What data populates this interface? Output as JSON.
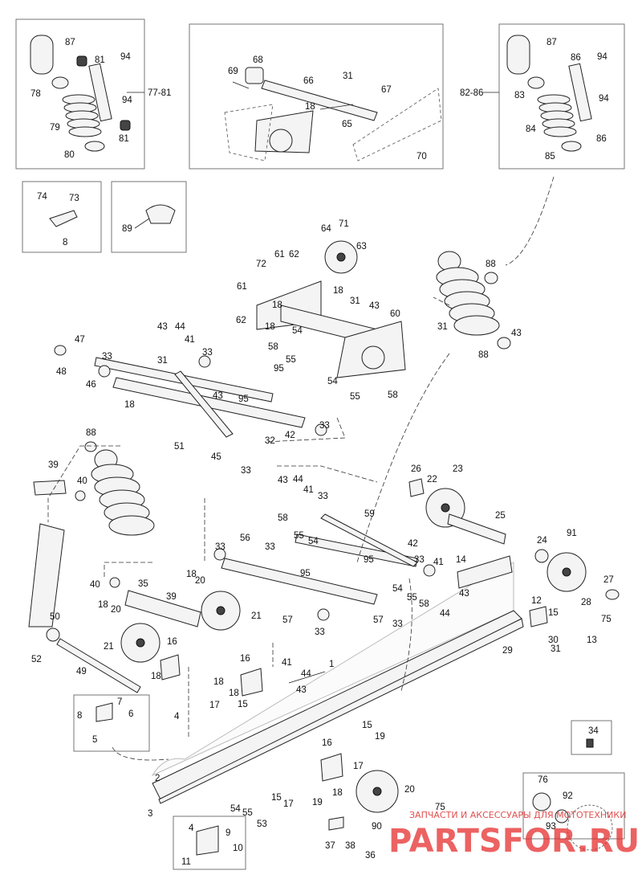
{
  "diagram": {
    "callouts": {
      "c87a": "87",
      "c81a": "81",
      "c94a": "94",
      "c78": "78",
      "c77_81": "77-81",
      "c94b": "94",
      "c79": "79",
      "c81b": "81",
      "c80": "80",
      "c68": "68",
      "c69": "69",
      "c66": "66",
      "c31a": "31",
      "c67": "67",
      "c18a": "18",
      "c65": "65",
      "c70": "70",
      "c87b": "87",
      "c86a": "86",
      "c94c": "94",
      "c82_86": "82-86",
      "c83": "83",
      "c94d": "94",
      "c84": "84",
      "c86b": "86",
      "c85": "85",
      "c74": "74",
      "c73": "73",
      "c8a": "8",
      "c89": "89",
      "c64": "64",
      "c71": "71",
      "c63": "63",
      "c72": "72",
      "c61a": "61",
      "c62a": "62",
      "c18b": "18",
      "c61b": "61",
      "c18c": "18",
      "c31b": "31",
      "c43a": "43",
      "c60": "60",
      "c62b": "62",
      "c18d": "18",
      "c54a": "54",
      "c58a": "58",
      "c55a": "55",
      "c54b": "54",
      "c55b": "55",
      "c58b": "58",
      "c88a": "88",
      "c31c": "31",
      "c43b": "43",
      "c88b": "88",
      "c47": "47",
      "c43c": "43",
      "c44a": "44",
      "c41a": "41",
      "c33a": "33",
      "c48": "48",
      "c46": "46",
      "c33b": "33",
      "c31d": "31",
      "c95a": "95",
      "c43d": "43",
      "c95b": "95",
      "c18e": "18",
      "c33c": "33",
      "c42a": "42",
      "c32": "32",
      "c51": "51",
      "c45": "45",
      "c33d": "33",
      "c88c": "88",
      "c39a": "39",
      "c40a": "40",
      "c26": "26",
      "c22": "22",
      "c23": "23",
      "c25": "25",
      "c43e": "43",
      "c44b": "44",
      "c41b": "41",
      "c33e": "33",
      "c58c": "58",
      "c59": "59",
      "c55c": "55",
      "c33f": "33",
      "c54c": "54",
      "c56": "56",
      "c42b": "42",
      "c33g": "33",
      "c95c": "95",
      "c41c": "41",
      "c95d": "95",
      "c33h": "33",
      "c54d": "54",
      "c55d": "55",
      "c58d": "58",
      "c57a": "57",
      "c57b": "57",
      "c33i": "33",
      "c33j": "33",
      "c24": "24",
      "c91": "91",
      "c14": "14",
      "c27": "27",
      "c28": "28",
      "c75a": "75",
      "c44c": "44",
      "c43f": "43",
      "c12": "12",
      "c15a": "15",
      "c30": "30",
      "c13": "13",
      "c31e": "31",
      "c29": "29",
      "c40b": "40",
      "c35": "35",
      "c18f": "18",
      "c20a": "20",
      "c39b": "39",
      "c21a": "21",
      "c18g": "18",
      "c20b": "20",
      "c50": "50",
      "c21b": "21",
      "c16a": "16",
      "c18h": "18",
      "c52": "52",
      "c49": "49",
      "c16b": "16",
      "c41d": "41",
      "c44d": "44",
      "c1": "1",
      "c18i": "18",
      "c43g": "43",
      "c18j": "18",
      "c17a": "17",
      "c15b": "15",
      "c8b": "8",
      "c7": "7",
      "c6": "6",
      "c4a": "4",
      "c5": "5",
      "c15c": "15",
      "c19a": "19",
      "c16c": "16",
      "c17b": "17",
      "c34": "34",
      "c2": "2",
      "c15d": "15",
      "c17c": "17",
      "c19b": "19",
      "c18k": "18",
      "c20c": "20",
      "c75b": "75",
      "c54e": "54",
      "c55e": "55",
      "c53": "53",
      "c3": "3",
      "c90": "90",
      "c76": "76",
      "c92": "92",
      "c93": "93",
      "c4b": "4",
      "c9": "9",
      "c10": "10",
      "c11": "11",
      "c37": "37",
      "c38": "38",
      "c36": "36"
    }
  },
  "watermark": {
    "line1": "ЗАПЧАСТИ И АКСЕССУАРЫ ДЛЯ МОТОТЕХНИКИ",
    "line2": "PARTSFOR.RU",
    "color": "#e62e2e"
  }
}
